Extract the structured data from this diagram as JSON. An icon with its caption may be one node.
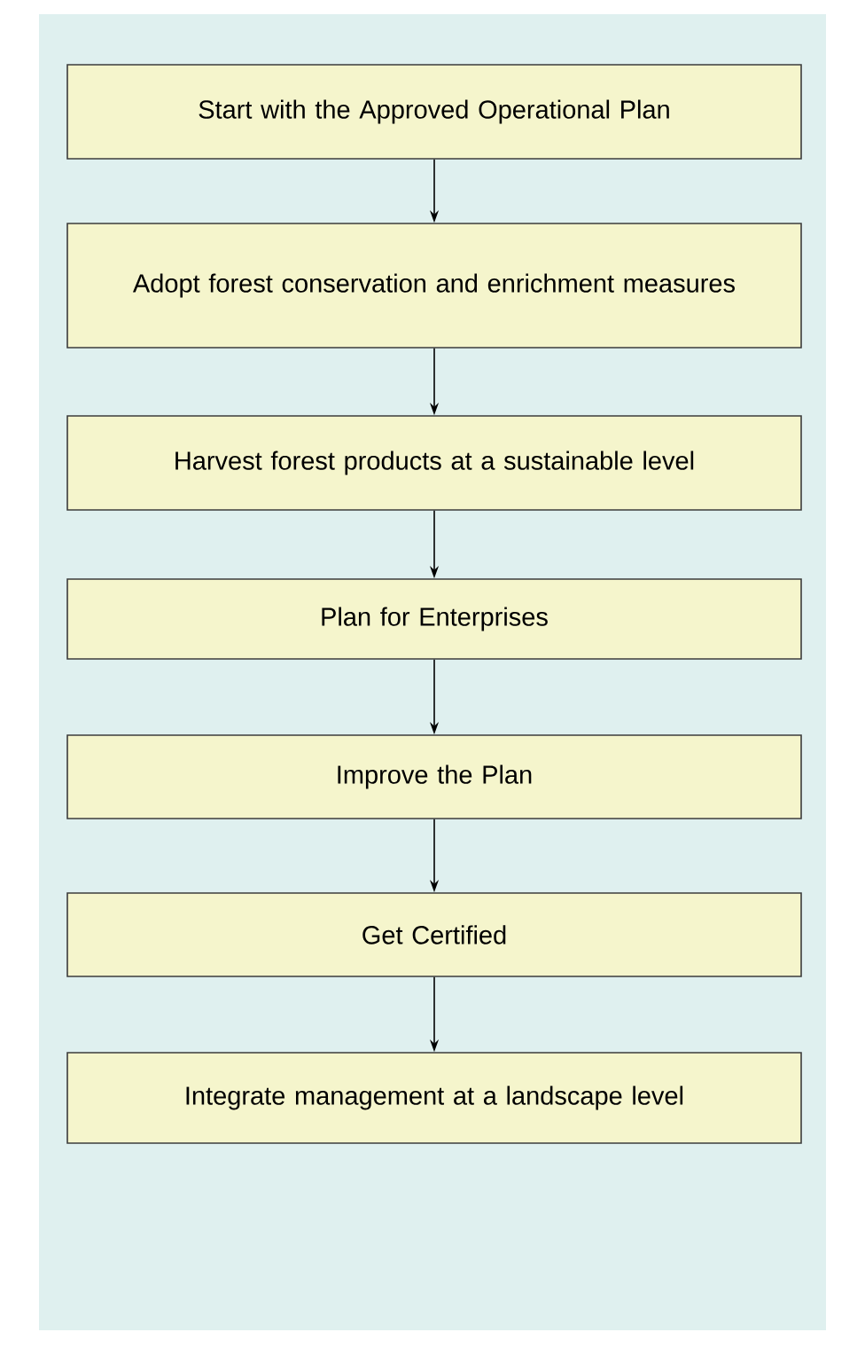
{
  "diagram": {
    "nodes": [
      {
        "text": [
          "Start with the Approved Operational Plan"
        ]
      },
      {
        "text": [
          "Adopt forest conservation and enrichment measures"
        ]
      },
      {
        "text": [
          "Harvest forest products at a sustainable level"
        ]
      },
      {
        "text": [
          "Plan for Enterprises"
        ]
      },
      {
        "text": [
          "Improve the Plan"
        ]
      },
      {
        "text": [
          "Get Certified"
        ]
      },
      {
        "text": [
          "Integrate management at a landscape level"
        ]
      }
    ],
    "edges": [
      {
        "from": 0,
        "to": 1,
        "arrow": "to"
      },
      {
        "from": 1,
        "to": 2,
        "arrow": "to"
      },
      {
        "from": 2,
        "to": 3,
        "arrow": "to"
      },
      {
        "from": 3,
        "to": 4,
        "arrow": "to"
      },
      {
        "from": 4,
        "to": 5,
        "arrow": "to"
      },
      {
        "from": 5,
        "to": 6,
        "arrow": "to"
      }
    ]
  }
}
